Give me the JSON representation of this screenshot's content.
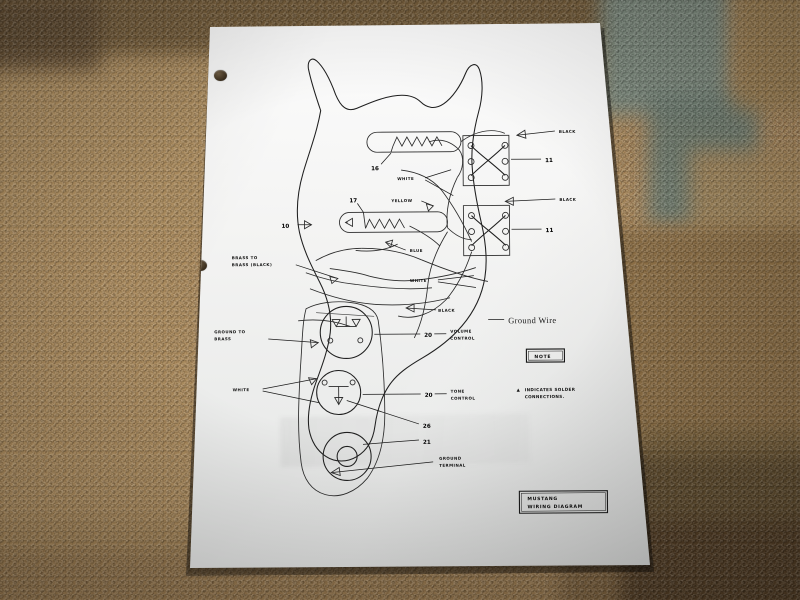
{
  "scene": {
    "subject": "photograph of a printed Fender Mustang guitar wiring diagram sheet lying on carpet",
    "paper": {
      "color": "#f4f4f3",
      "hole_punches": 3
    },
    "carpet": {
      "base_color": "#a8875c",
      "patch_colors": [
        "#8f7249",
        "#6f5a3c",
        "#7d8c80",
        "#5f6f64",
        "#4a3a26",
        "#b59a6e"
      ]
    }
  },
  "diagram": {
    "title_box": {
      "line1": "MUSTANG",
      "line2": "WIRING DIAGRAM"
    },
    "note_box": {
      "label": "NOTE",
      "text_line1": "INDICATES SOLDER",
      "text_line2": "CONNECTIONS.",
      "marker": "▲"
    },
    "ground_wire_label": "Ground Wire",
    "part_numbers": [
      {
        "id": "10",
        "meaning": "pickguard"
      },
      {
        "id": "16",
        "meaning": "neck pickup"
      },
      {
        "id": "17",
        "meaning": "bridge pickup"
      },
      {
        "id": "11",
        "meaning": "slide switch upper"
      },
      {
        "id": "11",
        "meaning": "slide switch lower"
      },
      {
        "id": "20",
        "meaning": "volume control potentiometer"
      },
      {
        "id": "20",
        "meaning": "tone control potentiometer"
      },
      {
        "id": "26",
        "meaning": "capacitor"
      },
      {
        "id": "21",
        "meaning": "output jack"
      }
    ],
    "wire_labels": [
      {
        "text": "BLACK",
        "position": "upper-right"
      },
      {
        "text": "11",
        "position": "upper-right-switch"
      },
      {
        "text": "BLACK",
        "position": "mid-right"
      },
      {
        "text": "11",
        "position": "lower-right-switch"
      },
      {
        "text": "WHITE",
        "position": "upper-middle"
      },
      {
        "text": "YELLOW",
        "position": "bridge-pickup"
      },
      {
        "text": "BLUE",
        "position": "bridge-pickup-lower"
      },
      {
        "text": "WHITE",
        "position": "center"
      },
      {
        "text": "BLACK",
        "position": "center-lower"
      },
      {
        "text": "WHITE",
        "position": "left-lower"
      }
    ],
    "callouts": [
      {
        "text": "BRASS TO",
        "text2": "BRASS (BLACK)"
      },
      {
        "text": "GROUND TO",
        "text2": "BRASS"
      },
      {
        "text": "VOLUME",
        "text2": "CONTROL"
      },
      {
        "text": "TONE",
        "text2": "CONTROL"
      },
      {
        "text": "GROUND",
        "text2": "TERMINAL"
      }
    ],
    "numbers": {
      "n10": "10",
      "n16": "16",
      "n17": "17",
      "n11a": "11",
      "n11b": "11",
      "n20a": "20",
      "n20b": "20",
      "n26": "26",
      "n21": "21"
    }
  }
}
